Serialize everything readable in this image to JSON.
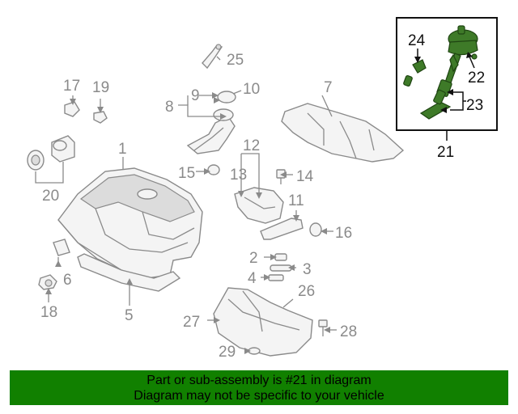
{
  "callouts": {
    "c1": "1",
    "c2": "2",
    "c3": "3",
    "c4": "4",
    "c5": "5",
    "c6": "6",
    "c7": "7",
    "c8": "8",
    "c9": "9",
    "c10": "10",
    "c11": "11",
    "c12": "12",
    "c13": "13",
    "c14": "14",
    "c15": "15",
    "c16": "16",
    "c17": "17",
    "c18": "18",
    "c19": "19",
    "c20": "20",
    "c21": "21",
    "c22": "22",
    "c23": "23",
    "c24": "24",
    "c25": "25",
    "c26": "26",
    "c27": "27",
    "c28": "28",
    "c29": "29"
  },
  "highlight": {
    "part_number": "21",
    "accent_color": "#118000"
  },
  "banner": {
    "line1": "Part or sub-assembly is #21 in diagram",
    "line2": "Diagram may not be specific to your vehicle"
  }
}
